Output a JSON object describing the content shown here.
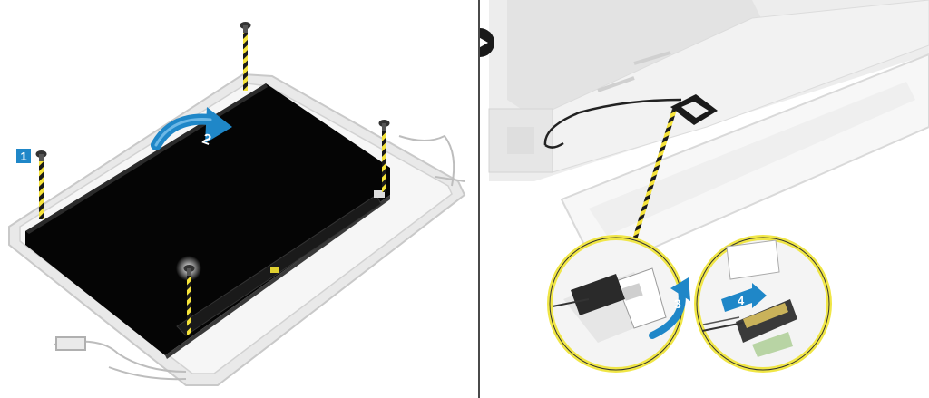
{
  "steps": [
    {
      "number": "1"
    },
    {
      "number": "2"
    },
    {
      "number": "3"
    },
    {
      "number": "4"
    }
  ],
  "icons": {
    "next_step": "play-arrow-icon",
    "screw": "screw-icon",
    "rotate_arrow": "curved-arrow-icon",
    "pull_arrow": "straight-arrow-icon"
  },
  "colors": {
    "step_badge": "#1f87c8",
    "guide_yellow": "#f5e33a",
    "panel_black": "#050505",
    "frame_gray": "#d6d6d6",
    "callout_ring": "#f0e646"
  }
}
